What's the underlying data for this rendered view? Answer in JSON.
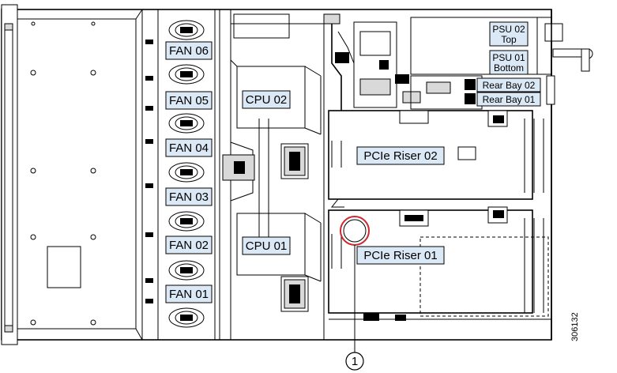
{
  "labels": {
    "fan_06": "FAN 06",
    "fan_05": "FAN 05",
    "fan_04": "FAN 04",
    "fan_03": "FAN 03",
    "fan_02": "FAN 02",
    "fan_01": "FAN 01",
    "cpu_02": "CPU 02",
    "cpu_01": "CPU 01",
    "psu_02_line1": "PSU 02",
    "psu_02_line2": "Top",
    "psu_01_line1": "PSU 01",
    "psu_01_line2": "Bottom",
    "rear_bay_02": "Rear Bay 02",
    "rear_bay_01": "Rear Bay 01",
    "pcie_riser_02": "PCIe Riser 02",
    "pcie_riser_01": "PCIe Riser 01"
  },
  "callout": {
    "number": "1",
    "color": "#d0262d"
  },
  "figure_id": "306132",
  "colors": {
    "label_fill": "#dbe8f5",
    "line": "#000000",
    "highlight": "#d0262d"
  }
}
